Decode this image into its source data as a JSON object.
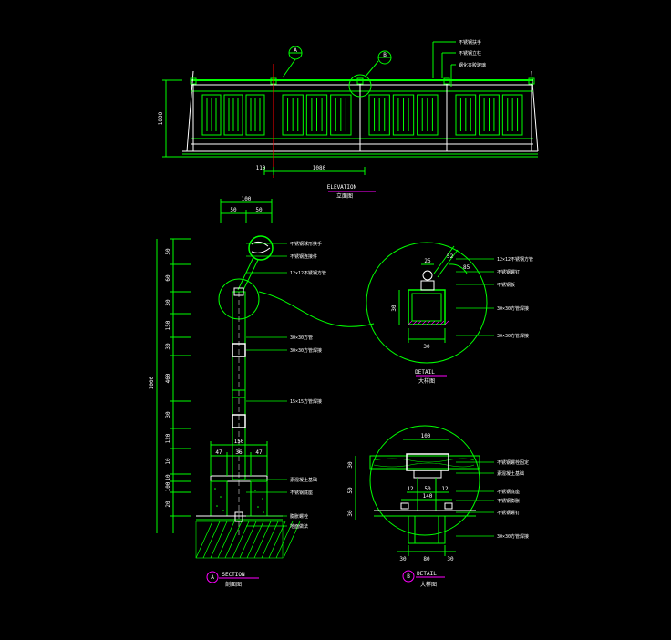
{
  "colors": {
    "background": "#000000",
    "structure": "#00ff00",
    "white": "#ffffff",
    "dim": "#00ff00",
    "leader": "#00ff00",
    "magenta": "#ff00ff",
    "red": "#ff0000"
  },
  "elevation": {
    "title_en": "ELEVATION",
    "title_cn": "立面图",
    "height_label": "1000",
    "dim_left": "110",
    "dim_span": "1080",
    "callout_a": "A",
    "callout_b": "B",
    "notes": [
      "不锈钢扶手",
      "不锈钢立柱",
      "钢化夹胶玻璃"
    ]
  },
  "section": {
    "title_en": "SECTION",
    "title_cn": "剖面图",
    "callout": "A",
    "top_dims": [
      "100",
      "50",
      "50"
    ],
    "left_dims": [
      "50",
      "60",
      "30",
      "150",
      "30",
      "460",
      "30",
      "120",
      "10",
      "10",
      "100",
      "20"
    ],
    "overall_height": "1000",
    "base_dims": [
      "150",
      "47",
      "36",
      "47"
    ],
    "notes": [
      "不锈钢球形扶手",
      "不锈钢连接件",
      "12×12不锈钢方管",
      "30×30方管",
      "30×30方管焊接",
      "15×15方管焊接",
      "素混凝土基础",
      "不锈钢底座",
      "膨胀螺栓",
      "地面做法"
    ]
  },
  "detail_a": {
    "title_en": "DETAIL",
    "title_cn": "大样图",
    "dims": [
      "25",
      "52",
      "85",
      "30",
      "30"
    ],
    "notes": [
      "12×12不锈钢方管",
      "不锈钢螺钉",
      "不锈钢板",
      "30×30方管焊接",
      "30×30方管焊接"
    ]
  },
  "detail_b": {
    "title_en": "DETAIL",
    "title_cn": "大样图",
    "callout": "B",
    "dims_top": [
      "100"
    ],
    "dims_mid": [
      "12",
      "50",
      "12",
      "140"
    ],
    "dims_left": [
      "30",
      "50",
      "30"
    ],
    "dims_bottom": [
      "30",
      "80",
      "30"
    ],
    "notes": [
      "不锈钢螺栓固定",
      "素混凝土基础",
      "不锈钢底座",
      "不锈钢膨胀",
      "不锈钢螺钉",
      "30×30方管焊接"
    ]
  }
}
